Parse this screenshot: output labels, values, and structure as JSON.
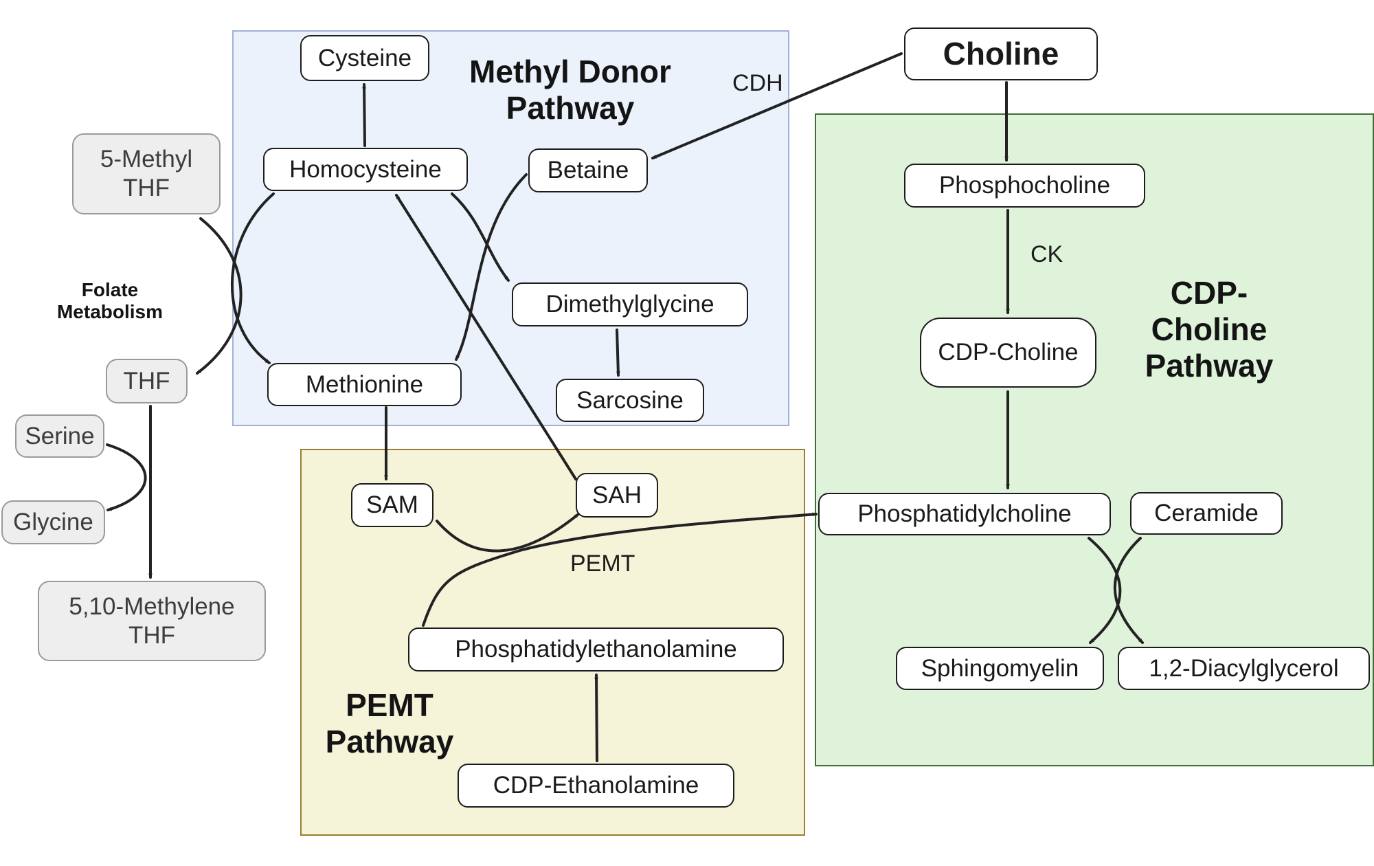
{
  "regions": {
    "methyl_title": [
      "Methyl Donor",
      "Pathway"
    ],
    "cdp_title": [
      "CDP-",
      "Choline",
      "Pathway"
    ],
    "pemt_title": [
      "PEMT",
      "Pathway"
    ],
    "folate_title": [
      "Folate",
      "Metabolism"
    ]
  },
  "nodes": {
    "choline": "Choline",
    "cysteine": "Cysteine",
    "homocysteine": "Homocysteine",
    "betaine": "Betaine",
    "dimethylglycine": "Dimethylglycine",
    "sarcosine": "Sarcosine",
    "methionine": "Methionine",
    "sam": "SAM",
    "sah": "SAH",
    "phosphocholine": "Phosphocholine",
    "cdp_choline": "CDP-Choline",
    "phosphatidylcholine": "Phosphatidylcholine",
    "ceramide": "Ceramide",
    "sphingomyelin": "Sphingomyelin",
    "diacylglycerol": "1,2-Diacylglycerol",
    "phosphatidylethanolamine": "Phosphatidylethanolamine",
    "cdp_ethanolamine": "CDP-Ethanolamine",
    "methyl_thf": [
      "5-Methyl",
      "THF"
    ],
    "thf": "THF",
    "serine": "Serine",
    "glycine": "Glycine",
    "methylene_thf": [
      "5,10-Methylene",
      "THF"
    ]
  },
  "enzymes": {
    "cdh": "CDH",
    "ck": "CK",
    "pemt": "PEMT"
  }
}
